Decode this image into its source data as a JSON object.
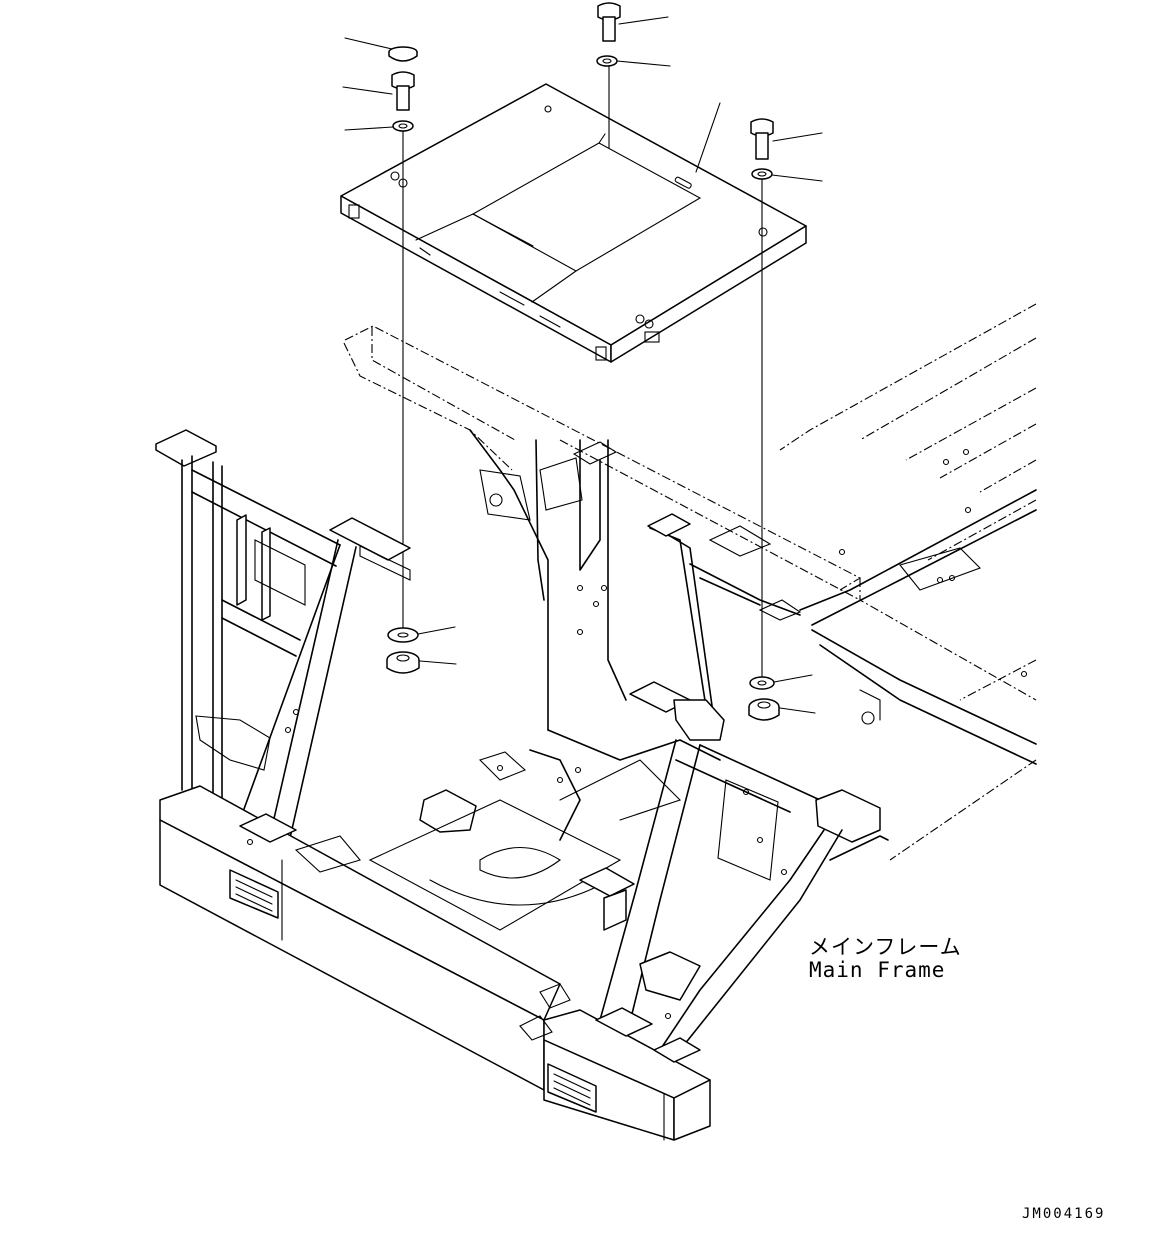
{
  "labels": {
    "main_frame_jp": "メインフレーム",
    "main_frame_en": "Main Frame"
  },
  "drawing_id": "JM004169",
  "parts": [
    {
      "name": "cap",
      "icon": "cap-icon"
    },
    {
      "name": "bolt",
      "icon": "bolt-icon"
    },
    {
      "name": "washer",
      "icon": "washer-icon"
    },
    {
      "name": "cover-plate",
      "icon": "plate-icon"
    },
    {
      "name": "nut",
      "icon": "nut-icon"
    }
  ]
}
